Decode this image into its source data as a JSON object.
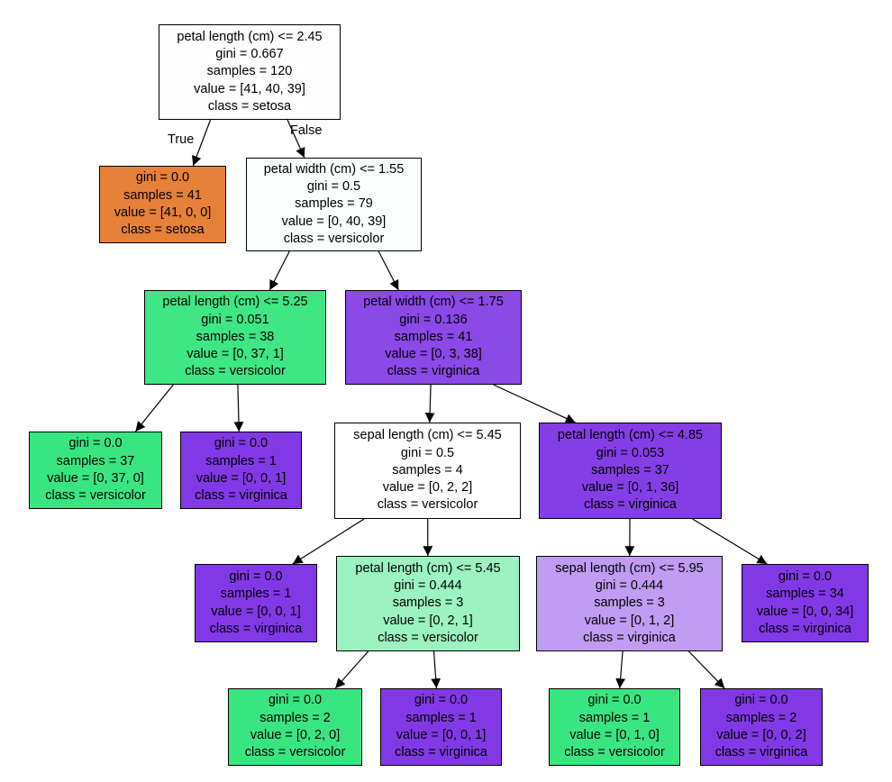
{
  "edge_labels": {
    "true_label": "True",
    "false_label": "False"
  },
  "nodes": [
    {
      "id": "n0",
      "lines": [
        "petal length (cm) <= 2.45",
        "gini = 0.667",
        "samples = 120",
        "value = [41, 40, 39]",
        "class = setosa"
      ],
      "fill": "#fffdfd"
    },
    {
      "id": "n1",
      "lines": [
        "gini = 0.0",
        "samples = 41",
        "value = [41, 0, 0]",
        "class = setosa"
      ],
      "fill": "#e58139"
    },
    {
      "id": "n2",
      "lines": [
        "petal width (cm) <= 1.55",
        "gini = 0.5",
        "samples = 79",
        "value = [0, 40, 39]",
        "class = versicolor"
      ],
      "fill": "#fafefc"
    },
    {
      "id": "n3",
      "lines": [
        "petal length (cm) <= 5.25",
        "gini = 0.051",
        "samples = 38",
        "value = [0, 37, 1]",
        "class = versicolor"
      ],
      "fill": "#3ee684"
    },
    {
      "id": "n4",
      "lines": [
        "petal width (cm) <= 1.75",
        "gini = 0.136",
        "samples = 41",
        "value = [0, 3, 38]",
        "class = virginica"
      ],
      "fill": "#8b49e7"
    },
    {
      "id": "n5",
      "lines": [
        "gini = 0.0",
        "samples = 37",
        "value = [0, 37, 0]",
        "class = versicolor"
      ],
      "fill": "#39e581"
    },
    {
      "id": "n6",
      "lines": [
        "gini = 0.0",
        "samples = 1",
        "value = [0, 0, 1]",
        "class = virginica"
      ],
      "fill": "#8139e5"
    },
    {
      "id": "n7",
      "lines": [
        "sepal length (cm) <= 5.45",
        "gini = 0.5",
        "samples = 4",
        "value = [0, 2, 2]",
        "class = versicolor"
      ],
      "fill": "#ffffff"
    },
    {
      "id": "n8",
      "lines": [
        "petal length (cm) <= 4.85",
        "gini = 0.053",
        "samples = 37",
        "value = [0, 1, 36]",
        "class = virginica"
      ],
      "fill": "#843ee6"
    },
    {
      "id": "n9",
      "lines": [
        "gini = 0.0",
        "samples = 1",
        "value = [0, 0, 1]",
        "class = virginica"
      ],
      "fill": "#8139e5"
    },
    {
      "id": "n10",
      "lines": [
        "petal length (cm) <= 5.45",
        "gini = 0.444",
        "samples = 3",
        "value = [0, 2, 1]",
        "class = versicolor"
      ],
      "fill": "#9cf2c0"
    },
    {
      "id": "n11",
      "lines": [
        "sepal length (cm) <= 5.95",
        "gini = 0.444",
        "samples = 3",
        "value = [0, 1, 2]",
        "class = virginica"
      ],
      "fill": "#c09cf2"
    },
    {
      "id": "n12",
      "lines": [
        "gini = 0.0",
        "samples = 34",
        "value = [0, 0, 34]",
        "class = virginica"
      ],
      "fill": "#8139e5"
    },
    {
      "id": "n13",
      "lines": [
        "gini = 0.0",
        "samples = 2",
        "value = [0, 2, 0]",
        "class = versicolor"
      ],
      "fill": "#39e581"
    },
    {
      "id": "n14",
      "lines": [
        "gini = 0.0",
        "samples = 1",
        "value = [0, 0, 1]",
        "class = virginica"
      ],
      "fill": "#8139e5"
    },
    {
      "id": "n15",
      "lines": [
        "gini = 0.0",
        "samples = 1",
        "value = [0, 1, 0]",
        "class = versicolor"
      ],
      "fill": "#39e581"
    },
    {
      "id": "n16",
      "lines": [
        "gini = 0.0",
        "samples = 2",
        "value = [0, 0, 2]",
        "class = virginica"
      ],
      "fill": "#8139e5"
    }
  ],
  "edges": [
    [
      "n0",
      "n1"
    ],
    [
      "n0",
      "n2"
    ],
    [
      "n2",
      "n3"
    ],
    [
      "n2",
      "n4"
    ],
    [
      "n3",
      "n5"
    ],
    [
      "n3",
      "n6"
    ],
    [
      "n4",
      "n7"
    ],
    [
      "n4",
      "n8"
    ],
    [
      "n7",
      "n9"
    ],
    [
      "n7",
      "n10"
    ],
    [
      "n8",
      "n11"
    ],
    [
      "n8",
      "n12"
    ],
    [
      "n10",
      "n13"
    ],
    [
      "n10",
      "n14"
    ],
    [
      "n11",
      "n15"
    ],
    [
      "n11",
      "n16"
    ]
  ]
}
